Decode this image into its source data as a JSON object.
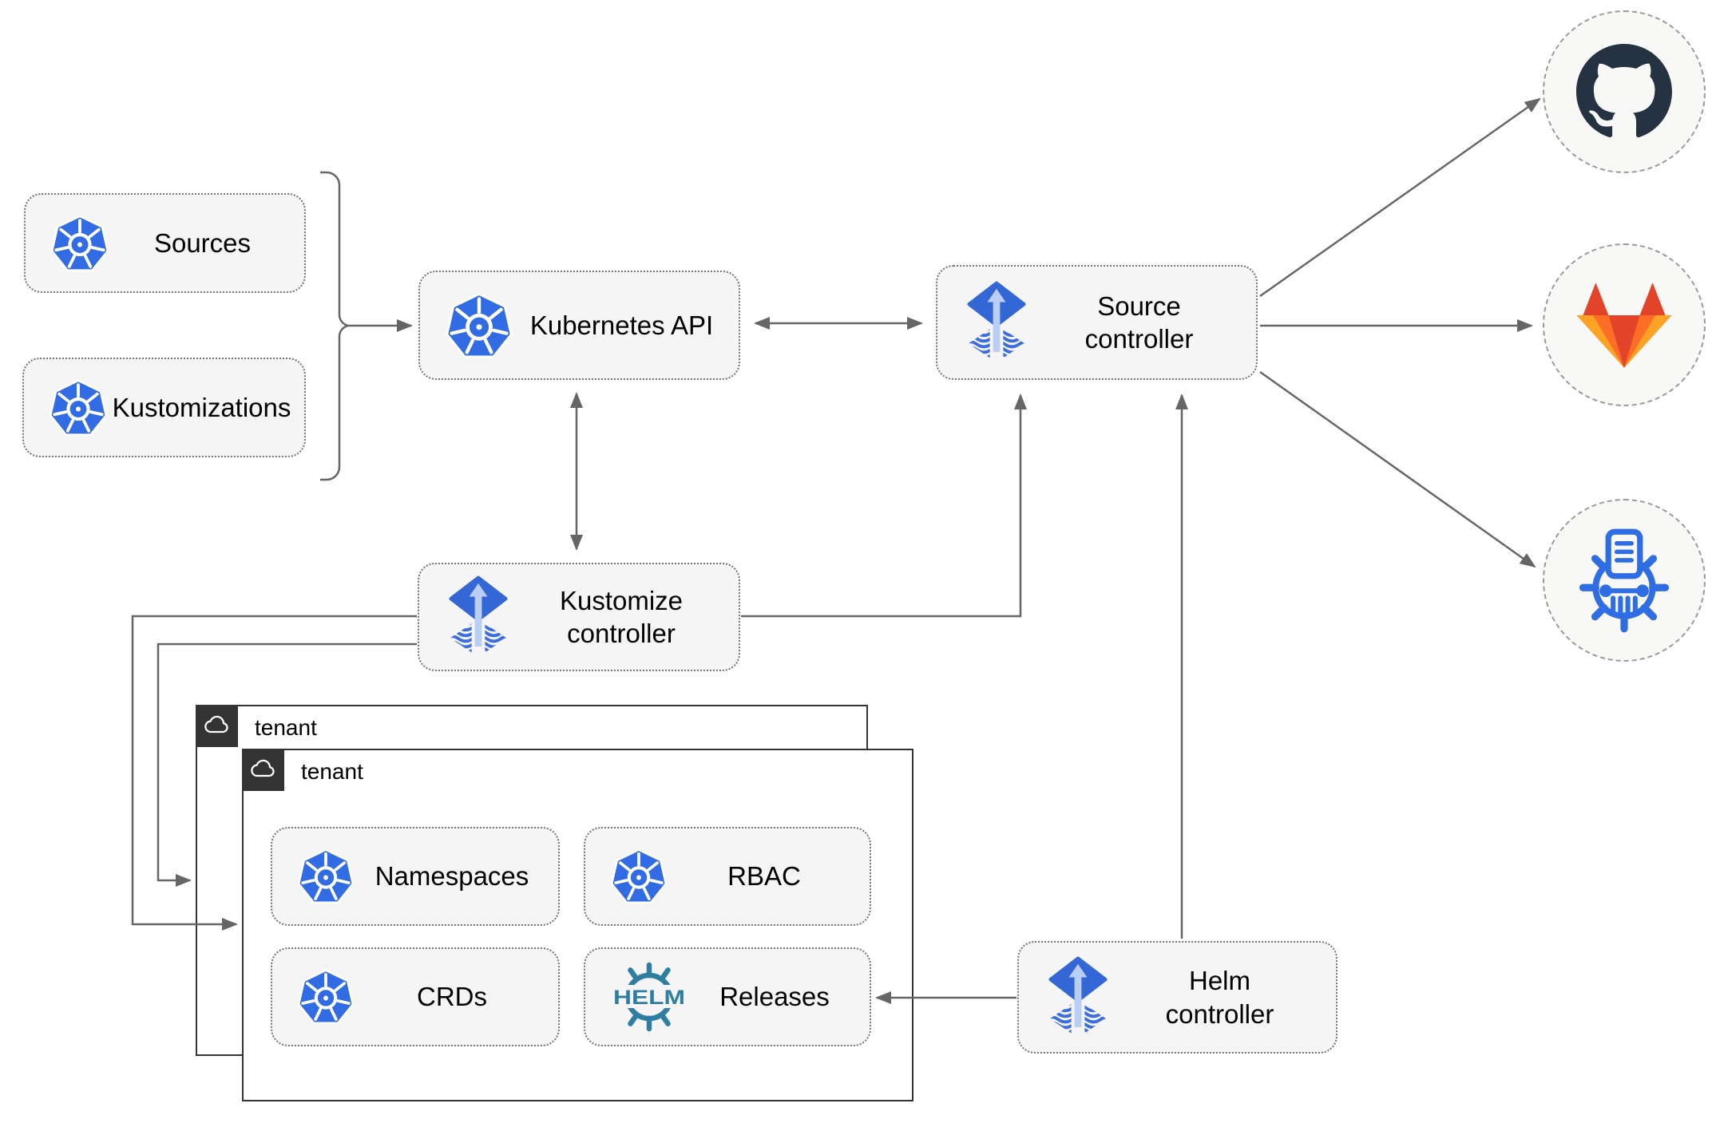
{
  "labels": {
    "sources": "Sources",
    "kustomizations": "Kustomizations",
    "kubernetes_api": "Kubernetes API",
    "source_controller": "Source\ncontroller",
    "kustomize_controller": "Kustomize\ncontroller",
    "helm_controller": "Helm\ncontroller",
    "namespaces": "Namespaces",
    "rbac": "RBAC",
    "crds": "CRDs",
    "releases": "Releases"
  },
  "tenants": [
    {
      "label": "tenant"
    },
    {
      "label": "tenant"
    }
  ],
  "helm_logo_text": "HELM",
  "icons": {
    "kubernetes": "kubernetes-wheel-icon",
    "flux": "flux-diamond-arrow-icon",
    "helm": "helm-wheel-logo",
    "github": "github-octocat-icon",
    "gitlab": "gitlab-tanuki-icon",
    "chartmuseum": "chartmuseum-wheel-icon",
    "cloud": "cloud-outline-icon"
  },
  "colors": {
    "kubernetes_blue": "#326ce5",
    "flux_blue": "#3367d6",
    "flux_light_blue": "#b9cdf5",
    "helm_teal": "#2e7ea1",
    "chartmuseum_blue": "#2f6de4",
    "github_dark": "#253241",
    "gitlab_red": "#e24329",
    "gitlab_orange": "#fc6d26",
    "gitlab_amber": "#fca326",
    "connector_gray": "#666666",
    "node_background": "#f5f5f5",
    "tenant_border": "#333333"
  }
}
